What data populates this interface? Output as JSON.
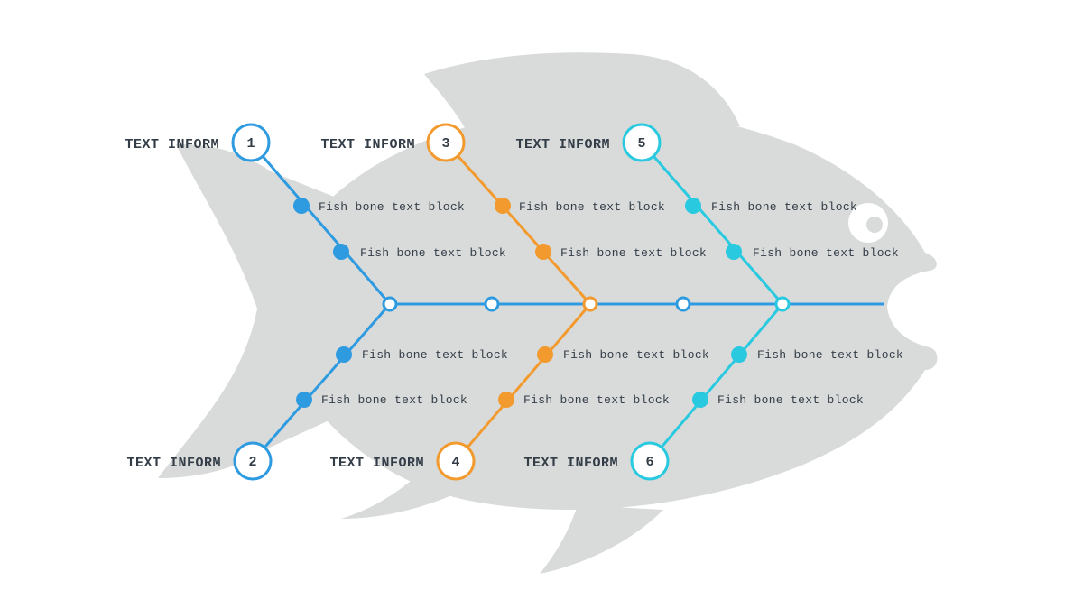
{
  "colors": {
    "fish": "#d9dbdb",
    "blue": "#2e9ae0",
    "orange": "#f29a2e",
    "cyan": "#29c9e0",
    "text": "#333d47"
  },
  "branches": [
    {
      "number": "1",
      "label": "TEXT INFORM",
      "color": "blue",
      "items": [
        "Fish bone text block",
        "Fish bone text block"
      ]
    },
    {
      "number": "2",
      "label": "TEXT INFORM",
      "color": "blue",
      "items": [
        "Fish bone text block",
        "Fish bone text block"
      ]
    },
    {
      "number": "3",
      "label": "TEXT INFORM",
      "color": "orange",
      "items": [
        "Fish bone text block",
        "Fish bone text block"
      ]
    },
    {
      "number": "4",
      "label": "TEXT INFORM",
      "color": "orange",
      "items": [
        "Fish bone text block",
        "Fish bone text block"
      ]
    },
    {
      "number": "5",
      "label": "TEXT INFORM",
      "color": "cyan",
      "items": [
        "Fish bone text block",
        "Fish bone text block"
      ]
    },
    {
      "number": "6",
      "label": "TEXT INFORM",
      "color": "cyan",
      "items": [
        "Fish bone text block",
        "Fish bone text block"
      ]
    }
  ]
}
